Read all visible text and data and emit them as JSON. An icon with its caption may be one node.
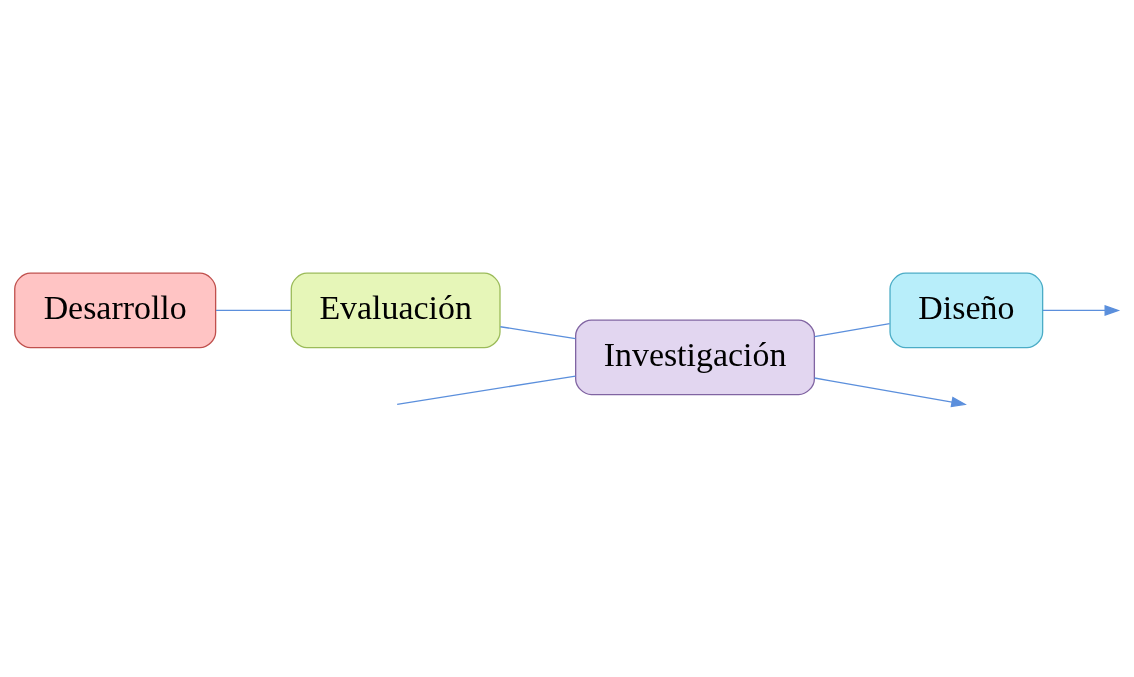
{
  "diagram": {
    "nodes": [
      {
        "text": [
          "Desarrollo"
        ]
      },
      {
        "text": [
          "Evaluación"
        ]
      },
      {
        "text": [
          "Diseño"
        ]
      },
      {
        "text": [
          "Investigación"
        ]
      }
    ],
    "edges": [
      {
        "from": 0,
        "to": 1,
        "arrow": "none"
      },
      {
        "from": 1,
        "to": 3,
        "arrow": "none"
      },
      {
        "from": 3,
        "to": 2,
        "arrow": "none"
      },
      {
        "from": 2,
        "to": null,
        "arrow": "to"
      },
      {
        "from": null,
        "to": 3,
        "arrow": "none"
      },
      {
        "from": 3,
        "to": null,
        "arrow": "to"
      }
    ]
  }
}
